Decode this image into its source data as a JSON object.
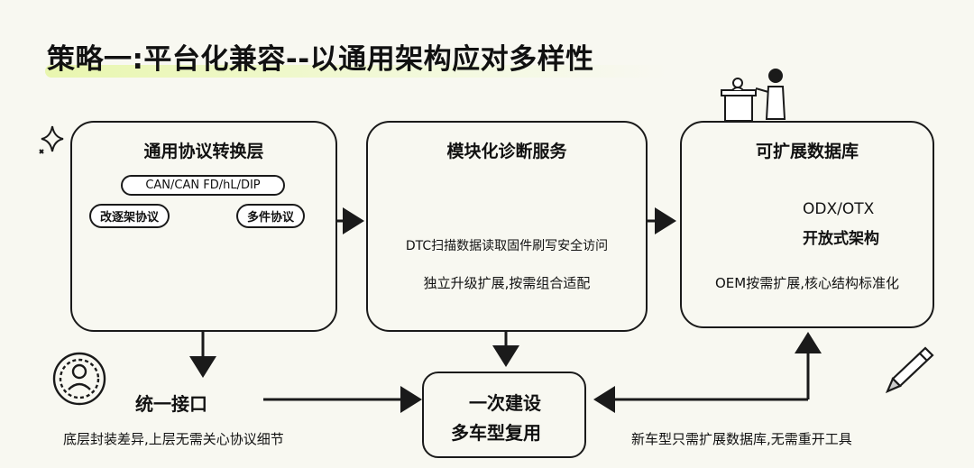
{
  "title": "策略一:平台化兼容--以通用架构应对多样性",
  "boxes": {
    "left": {
      "title": "通用协议转换层",
      "protocol_main": "CAN/CAN FD/hL/DIP",
      "protocol_left": "改逐架协议",
      "protocol_right": "多件协议"
    },
    "middle": {
      "title": "模块化诊断服务",
      "modules_caption": "DTC扫描数据读取固件刷写安全访问",
      "subtitle": "独立升级扩展,按需组合适配"
    },
    "right": {
      "title": "可扩展数据库",
      "db_line1": "ODX/OTX",
      "db_line2": "开放式架构",
      "subtitle": "OEM按需扩展,核心结构标准化"
    }
  },
  "bottom": {
    "interface_title": "统一接口",
    "interface_desc": "底层封装差异,上层无需关心协议细节",
    "center_line1": "一次建设",
    "center_line2": "多车型复用",
    "right_desc": "新车型只需扩展数据库,无需重开工具"
  },
  "icons": [
    "sparkle-icon",
    "funnel-icon",
    "cube-stack-icon",
    "cube-icon",
    "database-icon",
    "star-icon",
    "person-circle-icon",
    "pencil-icon",
    "presenter-icon"
  ]
}
